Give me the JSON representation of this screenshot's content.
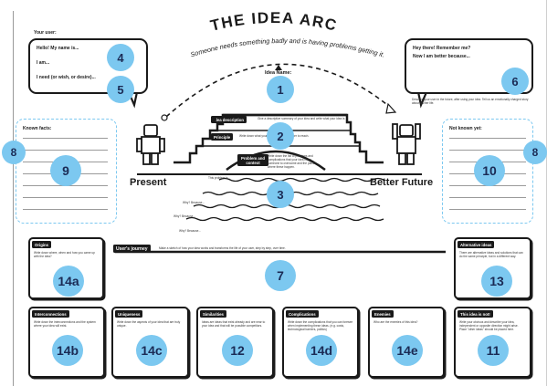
{
  "title": "THE IDEA ARC",
  "subtitle": "Someone needs something badly and is having problems getting it.",
  "idea_name_label": "Idea Name:",
  "your_user": {
    "label": "Your user:",
    "lines": [
      "Hello! My name is...",
      "I am...",
      "I need (or wish, or desire)..."
    ]
  },
  "remember_bubble": {
    "lines": [
      "Hey there! Remember me?",
      "Now I am better because..."
    ],
    "note": "Describe your user in the future, after using your idea. Tell us an emotionally charged story about his/her life."
  },
  "known_facts_label": "Known facts:",
  "not_known_label": "Not known yet:",
  "present_label": "Present",
  "future_label": "Better Future",
  "idea_description": {
    "label": "Idea description",
    "text": "Give a descriptive summary of your idea and write what your idea is about."
  },
  "principle": {
    "label": "Principle",
    "text": "Write down what your idea adds to your user to reach."
  },
  "problem_context": {
    "label": "Problem and context",
    "text": "Write down the list of problems and complications that your idea helps someone to overcome and the place where these happen."
  },
  "problem_is": "This problem is...",
  "whys": [
    "Why? Because...",
    "Why? Because...",
    "Why? Because..."
  ],
  "users_journey": {
    "label": "User's journey",
    "text": "Make a sketch of how your idea works and transforms the life of your user, step by step, over time."
  },
  "origins": {
    "label": "Origins",
    "text": "Write down where, when and how you came up with the idea?"
  },
  "alternative_ideas": {
    "label": "Alternative ideas",
    "text": "There are alternative ideas and solutions that can do the same principle, but in a different way."
  },
  "interconnections": {
    "label": "Interconnections",
    "text": "Write down the interconnections and the system where your idea will exist."
  },
  "uniqueness": {
    "label": "Uniqueness",
    "text": "Write down the aspects of your idea that are truly unique."
  },
  "similarities": {
    "label": "Similarities",
    "text": "Ideas are ideas that exist already and are near to your idea and that will be possible competitors."
  },
  "complications": {
    "label": "Complications",
    "text": "Write down the complications that you can foresee when implementing these ideas. (e.g. costs, technological barriers, politics)"
  },
  "enemies": {
    "label": "Enemies",
    "text": "Who are the enemies of this idea?"
  },
  "not_this": {
    "label": "This idea is not!",
    "text": "Write your obvious and describe your idea, independent or opposite direction might arise. Place \"other ideas\" should be placed here."
  },
  "numbers": {
    "n1": "1",
    "n2": "2",
    "n3": "3",
    "n4": "4",
    "n5": "5",
    "n6": "6",
    "n7": "7",
    "n8a": "8",
    "n8b": "8",
    "n9": "9",
    "n10": "10",
    "n11": "11",
    "n12": "12",
    "n13": "13",
    "n14a": "14a",
    "n14b": "14b",
    "n14c": "14c",
    "n14d": "14d",
    "n14e": "14e"
  },
  "colors": {
    "accent": "#7cc8f0",
    "ink": "#1a1a1a",
    "number_text": "#1b2b55"
  }
}
